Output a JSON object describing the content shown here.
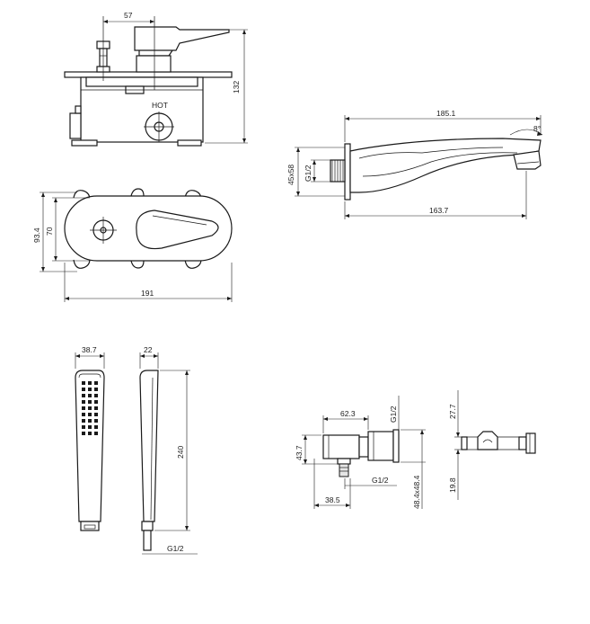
{
  "labels": {
    "mixer_top_width": "57",
    "mixer_height": "132",
    "hot": "HOT",
    "plate_height_outer": "93.4",
    "plate_height_inner": "70",
    "plate_width": "191",
    "spout_length": "185.1",
    "spout_angle": "8°",
    "spout_bottom_length": "163.7",
    "spout_section": "45x58",
    "spout_thread": "G1/2",
    "hand_shower_width": "38.7",
    "hand_shower_depth": "22",
    "hand_shower_length": "240",
    "hand_shower_thread": "G1/2",
    "outlet_length": "62.3",
    "outlet_height": "43.7",
    "outlet_thread_side": "G1/2",
    "outlet_thread_bottom": "G1/2",
    "outlet_bottom_width": "38.5",
    "outlet_flange": "48.4x48.4",
    "holder_top": "27.7",
    "holder_bottom": "19.8"
  }
}
